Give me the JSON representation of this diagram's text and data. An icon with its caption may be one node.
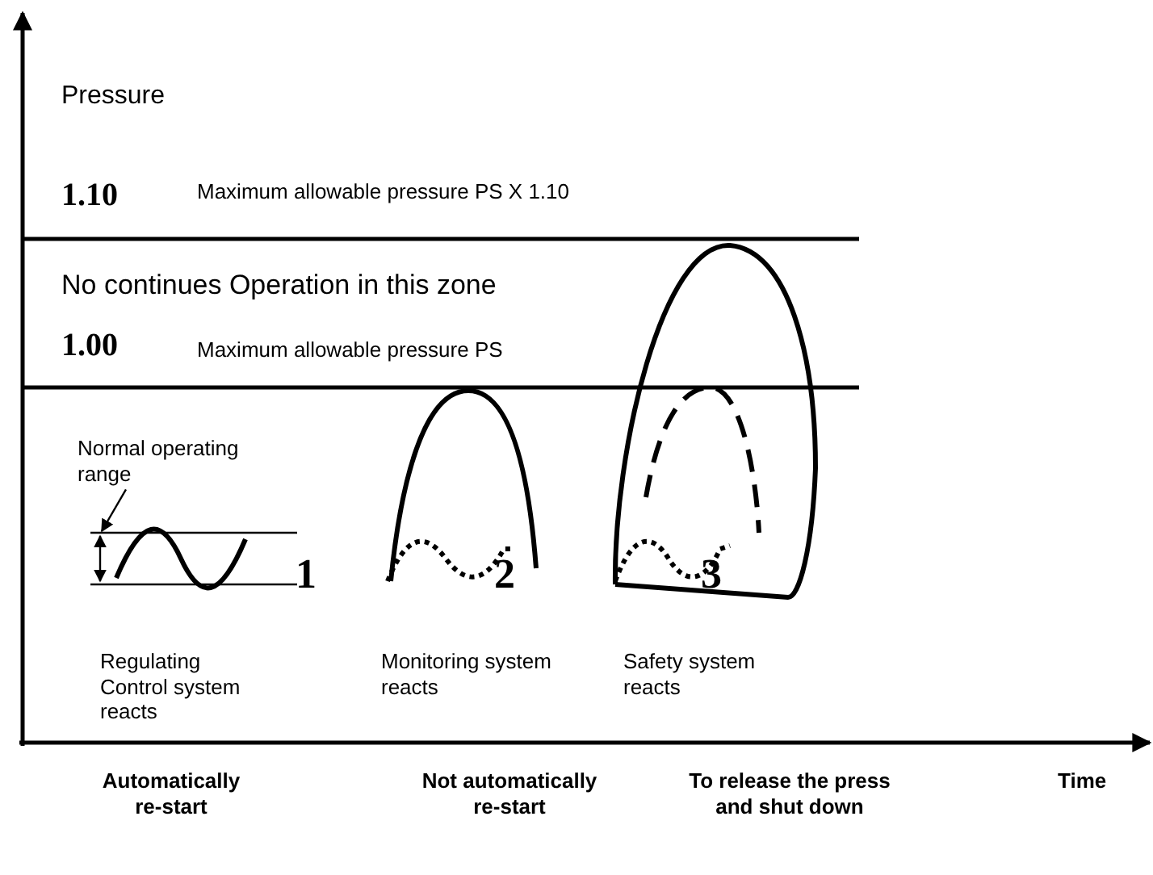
{
  "diagram": {
    "nodes": [
      {
        "text": [
          "Normal operating range"
        ]
      },
      {
        "text": [],
        "shape": "bar"
      }
    ],
    "edges": [
      {
        "from": 0,
        "to": 1,
        "arrow": "to"
      }
    ],
    "labels": [
      "Pressure",
      "1.10",
      "Maximum allowable pressure PS X 1.10",
      "No continues Operation in this zone",
      "1.00",
      "Maximum allowable pressure PS",
      "1",
      "2",
      "3",
      "Regulating Control system reacts",
      "Monitoring system reacts",
      "Safety system reacts",
      "Automatically re-start",
      "Not automatically re-start",
      "To release the press and shut down",
      "Time"
    ]
  }
}
